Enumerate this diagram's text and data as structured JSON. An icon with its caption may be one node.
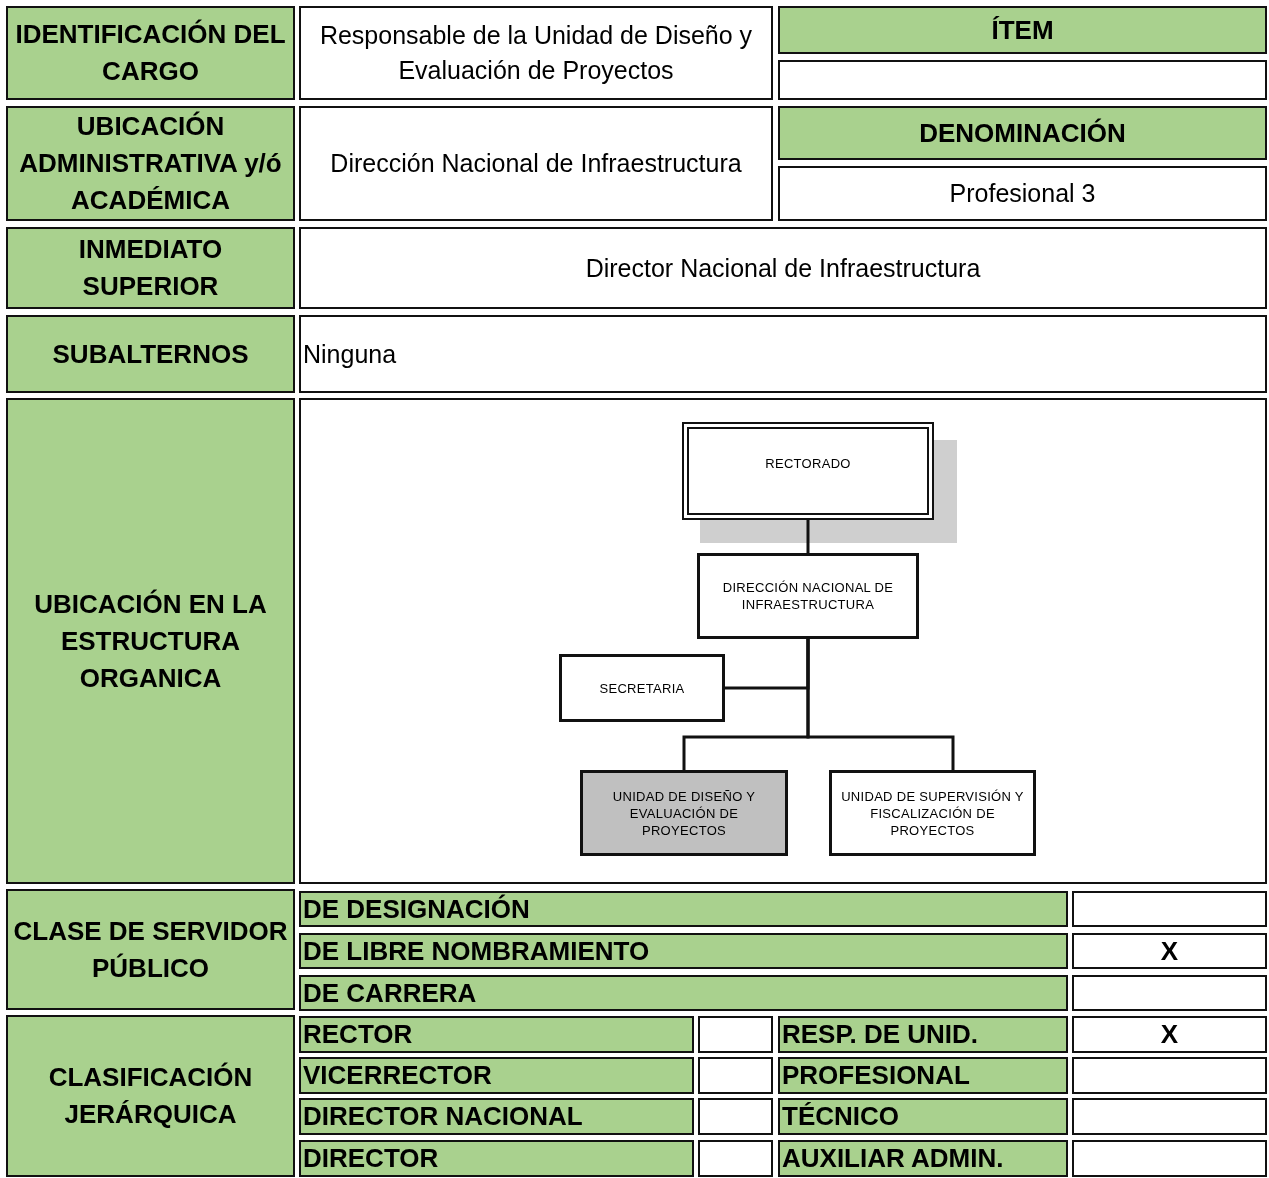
{
  "diagram": {
    "nodes": [
      {
        "text": [
          "RECTORADO"
        ]
      },
      {
        "text": [
          "DIRECCIÓN NACIONAL DE INFRAESTRUCTURA"
        ]
      },
      {
        "text": [
          "SECRETARIA"
        ]
      },
      {
        "text": [
          "UNIDAD DE DISEÑO Y EVALUACIÓN DE PROYECTOS"
        ]
      },
      {
        "text": [
          "UNIDAD DE SUPERVISIÓN Y FISCALIZACIÓN DE PROYECTOS"
        ]
      }
    ],
    "edges": [
      {
        "from": 0,
        "to": 1,
        "arrow": "none"
      },
      {
        "from": 1,
        "to": 2,
        "arrow": "none"
      },
      {
        "from": 1,
        "to": 3,
        "arrow": "none"
      },
      {
        "from": 1,
        "to": 4,
        "arrow": "none"
      }
    ],
    "labels": [
      "IDENTIFICACIÓN DEL CARGO",
      "Responsable de la Unidad de Diseño y Evaluación de Proyectos",
      "ÍTEM",
      "UBICACIÓN ADMINISTRATIVA y/ó ACADÉMICA",
      "Dirección Nacional de Infraestructura",
      "DENOMINACIÓN",
      "Profesional 3",
      "INMEDIATO SUPERIOR",
      "Director Nacional de Infraestructura",
      "SUBALTERNOS",
      "Ninguna",
      "UBICACIÓN EN LA ESTRUCTURA ORGANICA",
      "CLASE DE SERVIDOR PÚBLICO",
      "DE DESIGNACIÓN",
      "DE LIBRE NOMBRAMIENTO",
      "X",
      "DE CARRERA",
      "CLASIFICACIÓN JERÁRQUICA",
      "RECTOR",
      "RESP. DE UNID.",
      "X",
      "VICERRECTOR",
      "PROFESIONAL",
      "DIRECTOR NACIONAL",
      "TÉCNICO",
      "DIRECTOR",
      "AUXILIAR ADMIN."
    ]
  }
}
